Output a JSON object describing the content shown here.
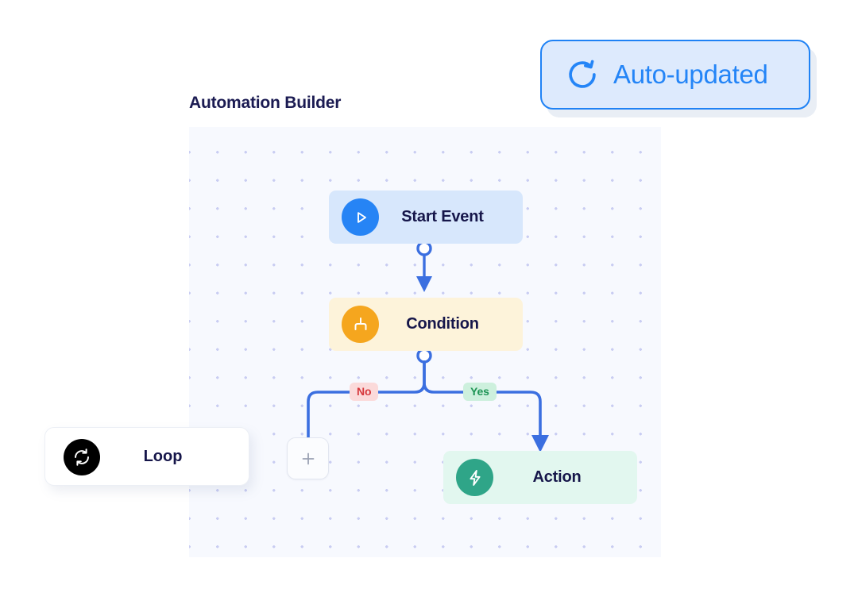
{
  "badge": {
    "label": "Auto-updated",
    "icon": "refresh-icon",
    "bg_color": "#ddeafd",
    "border_color": "#1f82f5",
    "text_color": "#2485f7"
  },
  "builder": {
    "title": "Automation Builder",
    "title_color": "#1b1b52",
    "canvas_bg": "#f7f9fe",
    "dot_color": "#c9cdf2",
    "connector_color": "#3b6fe0"
  },
  "nodes": [
    {
      "id": "start",
      "label": "Start Event",
      "icon": "play-icon",
      "bg_color": "#d7e7fc",
      "icon_bg": "#2684f5"
    },
    {
      "id": "condition",
      "label": "Condition",
      "icon": "branch-icon",
      "bg_color": "#fdf3da",
      "icon_bg": "#f5a61e"
    },
    {
      "id": "action",
      "label": "Action",
      "icon": "lightning-icon",
      "bg_color": "#e2f7ef",
      "icon_bg": "#2fa588"
    }
  ],
  "add_node": {
    "icon": "plus-icon"
  },
  "branches": [
    {
      "id": "no",
      "label": "No",
      "bg_color": "#fbdada",
      "text_color": "#d6383c"
    },
    {
      "id": "yes",
      "label": "Yes",
      "bg_color": "#cdf0dd",
      "text_color": "#1e9455"
    }
  ],
  "loop_card": {
    "label": "Loop",
    "icon": "loop-icon",
    "icon_bg": "#000000"
  }
}
